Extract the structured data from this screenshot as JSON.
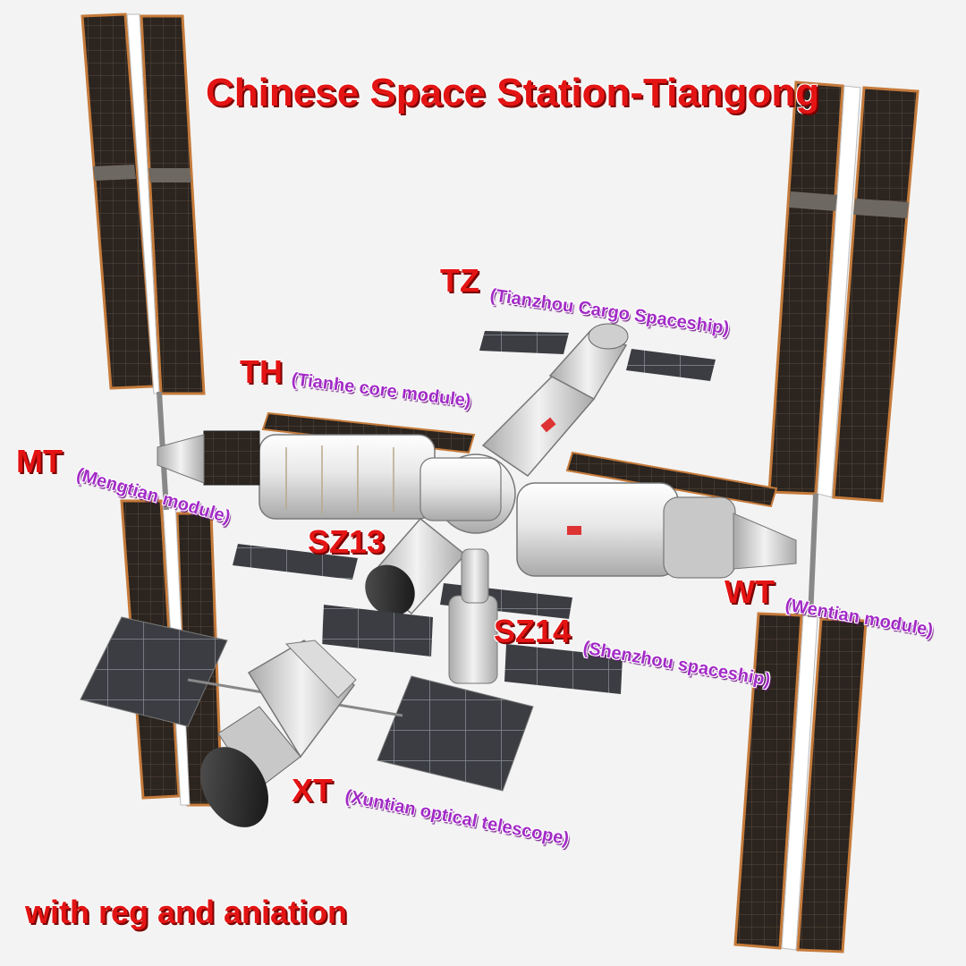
{
  "title": "Chinese Space Station-Tiangong",
  "footer": "with reg and aniation",
  "labels": {
    "tz": {
      "code": "TZ",
      "name": "(Tianzhou Cargo Spaceship)"
    },
    "th": {
      "code": "TH",
      "name": "(Tianhe core module)"
    },
    "mt": {
      "code": "MT",
      "name": "(Mengtian module)"
    },
    "sz13": {
      "code": "SZ13"
    },
    "wt": {
      "code": "WT",
      "name": "(Wentian module)"
    },
    "sz14": {
      "code": "SZ14",
      "name": "(Shenzhou spaceship)"
    },
    "xt": {
      "code": "XT",
      "name": "(Xuntian optical telescope)"
    }
  },
  "colors": {
    "label_red": "#e41414",
    "label_purple": "#a22bc6",
    "background": "#f3f3f3",
    "solar_panel": "#2c2520",
    "solar_frame": "#c57a3a",
    "module_white": "#e6e6e6"
  }
}
